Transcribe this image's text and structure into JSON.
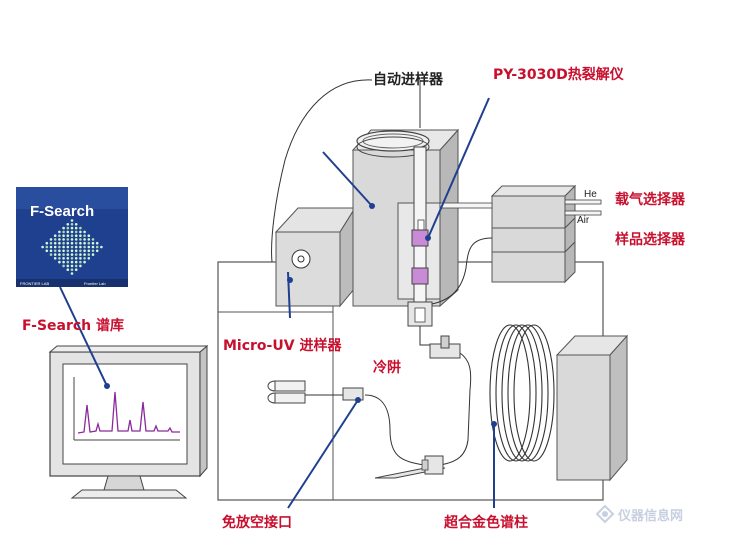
{
  "labels": {
    "autosampler": "自动进样器",
    "pyrolyzer": "PY-3030D热裂解仪",
    "carrier_selector": "载气选择器",
    "sample_selector": "样品选择器",
    "fsearch_library": "F-Search 谱库",
    "microuv": "Micro-UV 进样器",
    "cryotrap": "冷阱",
    "vent_free": "免放空接口",
    "column": "超合金色谱柱"
  },
  "gas": {
    "he": "He",
    "air": "Air"
  },
  "logo": {
    "title": "F-Search",
    "footer_left": "FRONTIER LAB",
    "footer_mid": "Frontier Lab"
  },
  "watermark": {
    "text": "仪器信息网"
  },
  "colors": {
    "label_red": "#c8102e",
    "pointer_blue": "#1f3f8f",
    "vial_purple": "#c98ad6",
    "peak_purple": "#8a2a9a"
  }
}
